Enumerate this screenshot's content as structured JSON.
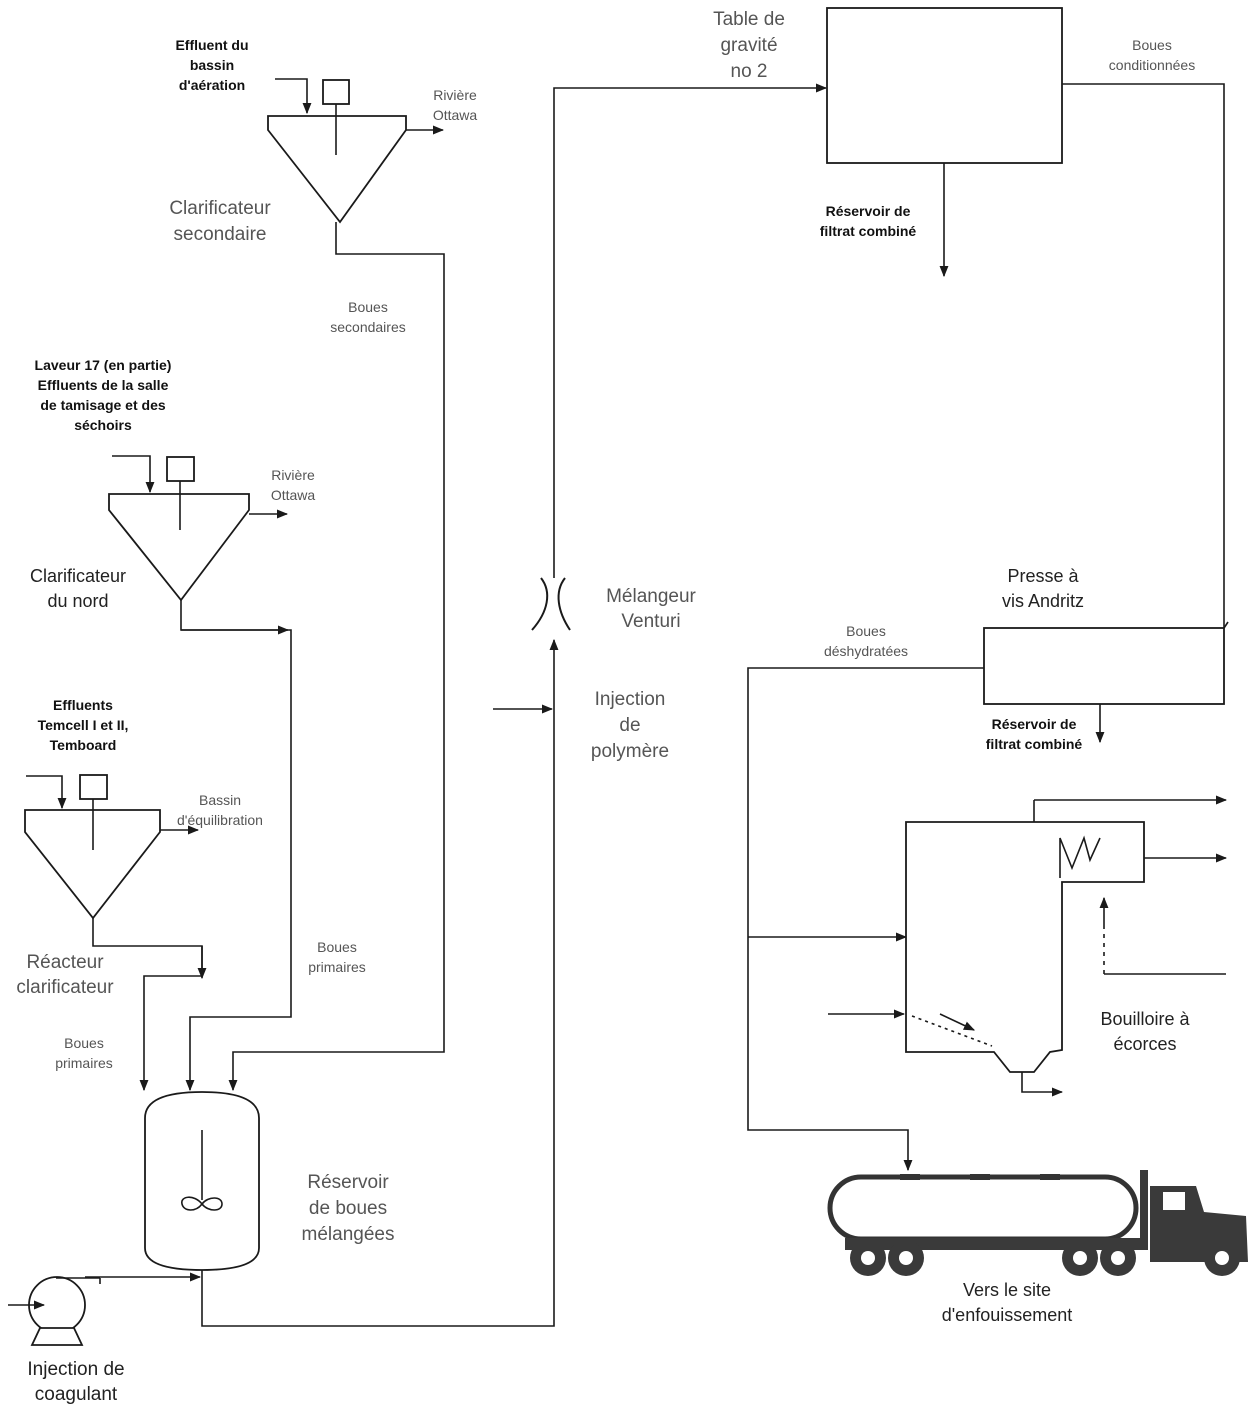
{
  "labels": {
    "effluent_aeration": [
      "Effluent du",
      "bassin",
      "d'aération"
    ],
    "riviere_ottawa_1": [
      "Rivière",
      "Ottawa"
    ],
    "clarif_secondaire": [
      "Clarificateur",
      "secondaire"
    ],
    "boues_secondaires": [
      "Boues",
      "secondaires"
    ],
    "laveur": [
      "Laveur 17 (en partie)",
      "Effluents de la salle",
      "de tamisage et des",
      "séchoirs"
    ],
    "riviere_ottawa_2": [
      "Rivière",
      "Ottawa"
    ],
    "clarif_nord": [
      "Clarificateur",
      "du nord"
    ],
    "effluents_temcell": [
      "Effluents",
      "Temcell I et II,",
      "Temboard"
    ],
    "bassin_equilibration": [
      "Bassin",
      "d'équilibration"
    ],
    "reacteur": [
      "Réacteur",
      "clarificateur"
    ],
    "boues_primaires_1": [
      "Boues",
      "primaires"
    ],
    "boues_primaires_2": [
      "Boues",
      "primaires"
    ],
    "reservoir_boues": [
      "Réservoir",
      "de boues",
      "mélangées"
    ],
    "injection_coagulant": [
      "Injection de",
      "coagulant"
    ],
    "melangeur": [
      "Mélangeur",
      "Venturi"
    ],
    "injection_polymere": [
      "Injection",
      "de",
      "polymère"
    ],
    "table_gravite": [
      "Table de",
      "gravité",
      "no 2"
    ],
    "boues_conditionnees": [
      "Boues",
      "conditionnées"
    ],
    "reservoir_filtrat_1": [
      "Réservoir de",
      "filtrat combiné"
    ],
    "presse": [
      "Presse à",
      "vis Andritz"
    ],
    "boues_deshydratees": [
      "Boues",
      "déshydratées"
    ],
    "reservoir_filtrat_2": [
      "Réservoir de",
      "filtrat combiné"
    ],
    "bouilloire": [
      "Bouilloire à",
      "écorces"
    ],
    "site": [
      "Vers le site",
      "d'enfouissement"
    ]
  }
}
